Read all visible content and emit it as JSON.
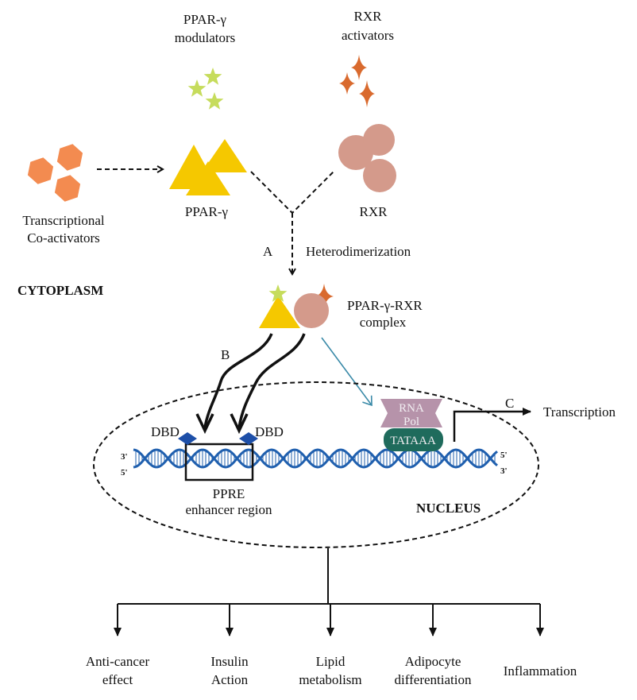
{
  "labels": {
    "ppar_modulators": [
      "PPAR-γ",
      "modulators"
    ],
    "rxr_activators": [
      "RXR",
      "activators"
    ],
    "coactivators": [
      "Transcriptional",
      "Co-activators"
    ],
    "ppar": "PPAR-γ",
    "rxr": "RXR",
    "step_a": "A",
    "heterodimerization": "Heterodimerization",
    "cytoplasm": "CYTOPLASM",
    "complex": [
      "PPAR-γ-RXR",
      "complex"
    ],
    "step_b": "B",
    "dbd_left": "DBD",
    "dbd_right": "DBD",
    "strand_left": [
      "3'",
      "5'"
    ],
    "strand_right": [
      "5'",
      "3'"
    ],
    "ppre": [
      "PPRE",
      "enhancer region"
    ],
    "rna_pol": [
      "RNA",
      "Pol"
    ],
    "tataaa": "TATAAA",
    "step_c": "C",
    "transcription": "Transcription",
    "nucleus": "NUCLEUS"
  },
  "outcomes": [
    [
      "Anti-cancer",
      "effect"
    ],
    [
      "Insulin",
      "Action"
    ],
    [
      "Lipid",
      "metabolism"
    ],
    [
      "Adipocyte",
      "differentiation"
    ],
    [
      "Inflammation"
    ]
  ],
  "colors": {
    "ppar": "#f5c800",
    "rxr": "#d49a8b",
    "coactivator": "#f38b50",
    "modulator": "#c6dc5c",
    "activator": "#d96a2e",
    "dna": "#1f5fae",
    "dbd": "#1d4fa8",
    "rna_pol": "#b693aa",
    "tataaa": "#1f6b5c",
    "path": "#3a8aa8"
  }
}
